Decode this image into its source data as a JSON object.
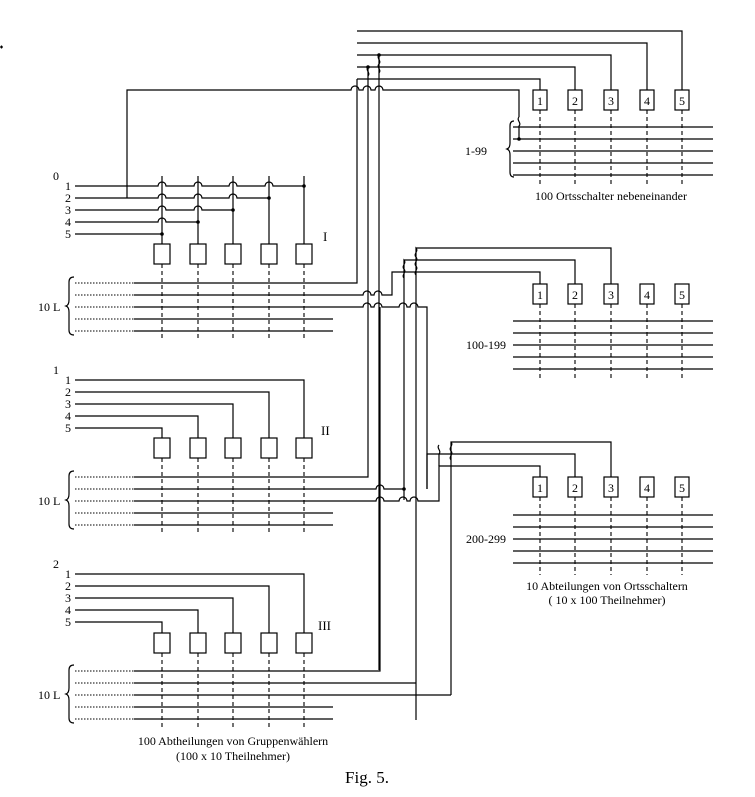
{
  "figure": {
    "caption": "Fig.  5.",
    "colors": {
      "ink": "#000000",
      "paper": "#ffffff"
    }
  },
  "group_selectors": {
    "caption_line1": "100 Abtheilungen von Gruppenwählern",
    "caption_line2": "(100 x 10 Theilnehmer)",
    "line_bundle_label": "10 L",
    "sections": [
      {
        "roman": "I",
        "index_label": "0",
        "wire_labels": [
          "1",
          "2",
          "3",
          "4",
          "5"
        ]
      },
      {
        "roman": "II",
        "index_label": "1",
        "wire_labels": [
          "1",
          "2",
          "3",
          "4",
          "5"
        ]
      },
      {
        "roman": "III",
        "index_label": "2",
        "wire_labels": [
          "1",
          "2",
          "3",
          "4",
          "5"
        ]
      }
    ]
  },
  "local_switches": {
    "top": {
      "range_label": "1-99",
      "caption": "100 Ortsschalter nebeneinander",
      "box_labels": [
        "1",
        "2",
        "3",
        "4",
        "5"
      ]
    },
    "middle": {
      "range_label": "100-199",
      "box_labels": [
        "1",
        "2",
        "3",
        "4",
        "5"
      ]
    },
    "bottom": {
      "range_label": "200-299",
      "caption_line1": "10 Abteilungen von Ortsschaltern",
      "caption_line2": "( 10 x 100 Theilnehmer)",
      "box_labels": [
        "1",
        "2",
        "3",
        "4",
        "5"
      ]
    }
  }
}
